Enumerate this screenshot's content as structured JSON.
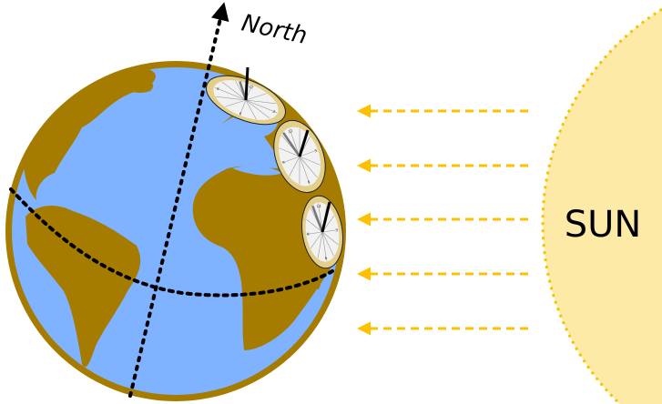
{
  "labels": {
    "north": "North",
    "sun": "SUN"
  },
  "sundial_numbers": {
    "top": "12",
    "left": "9",
    "right": "3",
    "bottom": "6"
  },
  "colors": {
    "ocean": "#7fb2ff",
    "land": "#a67c00",
    "sun_fill": "#fdeaa7",
    "sun_edge": "#f5c400",
    "ray": "#ffc000",
    "dial_rim": "#e4cf8a",
    "dial_face": "#f2f2f2"
  },
  "rays": 5,
  "sundials": 3
}
